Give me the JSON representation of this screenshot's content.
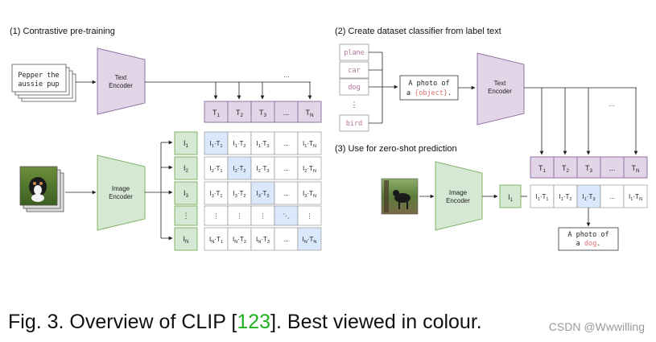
{
  "panel1": {
    "title": "(1) Contrastive pre-training",
    "text_input_line1": "Pepper the",
    "text_input_line2": "aussie pup",
    "text_encoder_line1": "Text",
    "text_encoder_line2": "Encoder",
    "image_encoder_line1": "Image",
    "image_encoder_line2": "Encoder",
    "top_dots": "...",
    "t_labels": [
      "T",
      "T",
      "T",
      "...",
      "T"
    ],
    "t_subs": [
      "1",
      "2",
      "3",
      "",
      "N"
    ],
    "i_labels": [
      "I",
      "I",
      "I",
      "⋮",
      "I"
    ],
    "i_subs": [
      "1",
      "2",
      "3",
      "",
      "N"
    ],
    "matrix": [
      [
        [
          "I",
          "1",
          "T",
          "1"
        ],
        [
          "I",
          "1",
          "T",
          "2"
        ],
        [
          "I",
          "1",
          "T",
          "3"
        ],
        [
          "...",
          "",
          "",
          ""
        ],
        [
          "I",
          "1",
          "T",
          "N"
        ]
      ],
      [
        [
          "I",
          "2",
          "T",
          "1"
        ],
        [
          "I",
          "2",
          "T",
          "2"
        ],
        [
          "I",
          "2",
          "T",
          "3"
        ],
        [
          "...",
          "",
          "",
          ""
        ],
        [
          "I",
          "2",
          "T",
          "N"
        ]
      ],
      [
        [
          "I",
          "3",
          "T",
          "1"
        ],
        [
          "I",
          "3",
          "T",
          "2"
        ],
        [
          "I",
          "3",
          "T",
          "3"
        ],
        [
          "...",
          "",
          "",
          ""
        ],
        [
          "I",
          "3",
          "T",
          "N"
        ]
      ],
      [
        [
          "⋮",
          "",
          "",
          ""
        ],
        [
          "⋮",
          "",
          "",
          ""
        ],
        [
          "⋮",
          "",
          "",
          ""
        ],
        [
          "⋱",
          "",
          "",
          ""
        ],
        [
          "⋮",
          "",
          "",
          ""
        ]
      ],
      [
        [
          "I",
          "N",
          "T",
          "1"
        ],
        [
          "I",
          "N",
          "T",
          "2"
        ],
        [
          "I",
          "N",
          "T",
          "3"
        ],
        [
          "...",
          "",
          "",
          ""
        ],
        [
          "I",
          "N",
          "T",
          "N"
        ]
      ]
    ]
  },
  "panel2": {
    "title": "(2) Create dataset classifier from label text",
    "labels": [
      "plane",
      "car",
      "dog",
      "⋮",
      "bird"
    ],
    "template_line1": "A photo of",
    "template_prefix": "a ",
    "template_object": "{object}",
    "template_suffix": ".",
    "text_encoder_line1": "Text",
    "text_encoder_line2": "Encoder",
    "top_dots": "...",
    "t_labels": [
      "T",
      "T",
      "T",
      "...",
      "T"
    ],
    "t_subs": [
      "1",
      "2",
      "3",
      "",
      "N"
    ]
  },
  "panel3": {
    "title": "(3) Use for zero-shot prediction",
    "image_encoder_line1": "Image",
    "image_encoder_line2": "Encoder",
    "i_label": "I",
    "i_sub": "1",
    "row": [
      [
        "I",
        "1",
        "T",
        "1"
      ],
      [
        "I",
        "1",
        "T",
        "2"
      ],
      [
        "I",
        "1",
        "T",
        "3"
      ],
      [
        "...",
        "",
        "",
        ""
      ],
      [
        "I",
        "1",
        "T",
        "N"
      ]
    ],
    "result_line1": "A photo of",
    "result_prefix": "a ",
    "result_object": "dog",
    "result_suffix": "."
  },
  "caption": {
    "before": "Fig. 3. Overview of CLIP [",
    "ref": "123",
    "after": "]. Best viewed in colour."
  },
  "watermark": "CSDN @Wwwilling",
  "colors": {
    "text_encoder": "#e1d5e7",
    "text_encoder_stroke": "#9673a6",
    "image_encoder": "#d5e8d4",
    "image_encoder_stroke": "#82b366",
    "highlight": "#dae8fc",
    "label_text": "#b5739d",
    "object_text": "#e07070"
  }
}
